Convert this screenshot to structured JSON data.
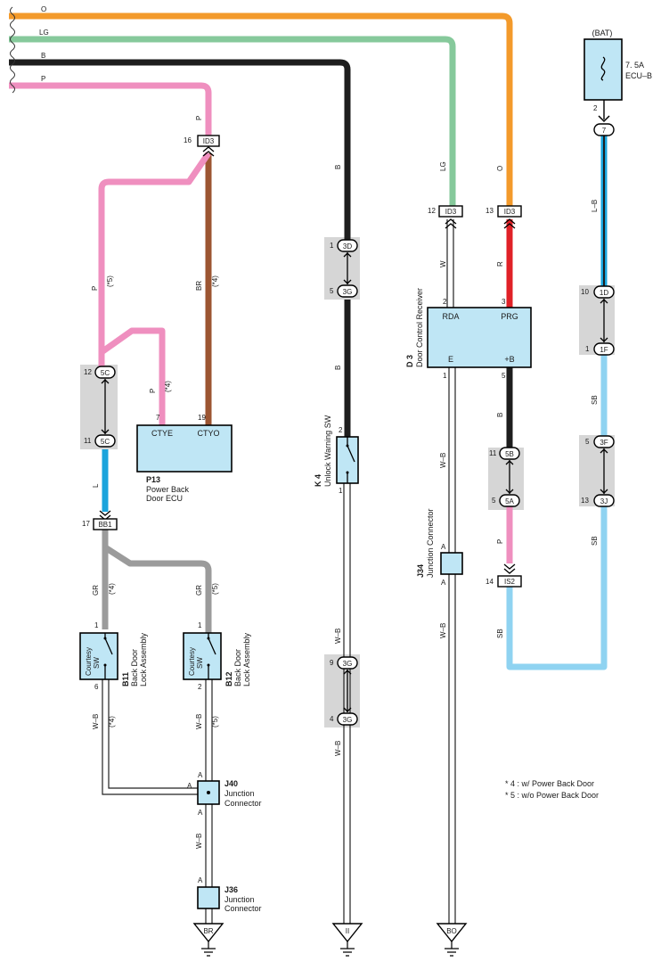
{
  "colors": {
    "O": "#f39a2b",
    "LG": "#86c99b",
    "B": "#1e1e1e",
    "P": "#ef8fbf",
    "BR": "#9c5532",
    "L": "#1aa4dc",
    "GR": "#9b9b9b",
    "R": "#e02127",
    "LB": "#1aa4dc",
    "SB": "#8fd3f1",
    "component_fill": "#bfe6f5",
    "splice_grey": "#d6d6d6"
  },
  "wires": {
    "O": "O",
    "LG": "LG",
    "B": "B",
    "P": "P",
    "BR": "BR",
    "L": "L",
    "GR": "GR",
    "W": "W",
    "R": "R",
    "WB": "W–B",
    "LB": "L–B",
    "SB": "SB",
    "star4": "(*4)",
    "star5": "(*5)"
  },
  "connectors": {
    "ID3": "ID3",
    "IS2": "IS2",
    "BB1": "BB1",
    "c3D": "3D",
    "c3G": "3G",
    "c5C": "5C",
    "c5B": "5B",
    "c5A": "5A",
    "c7": "7",
    "c1D": "1D",
    "c1F": "1F",
    "c3F": "3F",
    "c3J": "3J"
  },
  "pins": {
    "p16": "16",
    "p12": "12",
    "p13": "13",
    "p1": "1",
    "p2": "2",
    "p3": "3",
    "p5": "5",
    "p6": "6",
    "p7": "7",
    "p9": "9",
    "p10": "10",
    "p11": "11",
    "p14": "14",
    "p17": "17",
    "p19": "19",
    "p4": "4",
    "A": "A"
  },
  "components": {
    "fuse": {
      "bat": "(BAT)",
      "rating": "7. 5A",
      "name": "ECU–B"
    },
    "p13": {
      "code": "P13",
      "name1": "Power Back",
      "name2": "Door ECU",
      "t1": "CTYE",
      "t2": "CTYO"
    },
    "k4": {
      "code": "K 4",
      "name": "Unlock Warning SW"
    },
    "d3": {
      "code": "D 3",
      "name": "Door Control Receiver",
      "rda": "RDA",
      "prg": "PRG",
      "e": "E",
      "b": "+B"
    },
    "j34": {
      "code": "J34",
      "name": "Junction Connector"
    },
    "b11": {
      "code": "B11",
      "name1": "Back Door",
      "name2": "Lock Assembly",
      "sw1": "Courtesy",
      "sw2": "SW"
    },
    "b12": {
      "code": "B12",
      "name1": "Back Door",
      "name2": "Lock Assembly",
      "sw1": "Courtesy",
      "sw2": "SW"
    },
    "j40": {
      "code": "J40",
      "name1": "Junction",
      "name2": "Connector"
    },
    "j36": {
      "code": "J36",
      "name1": "Junction",
      "name2": "Connector"
    }
  },
  "grounds": {
    "BR": "BR",
    "II": "II",
    "BO": "BO"
  },
  "notes": {
    "n4": "* 4 : w/ Power Back Door",
    "n5": "* 5 : w/o Power Back Door"
  }
}
